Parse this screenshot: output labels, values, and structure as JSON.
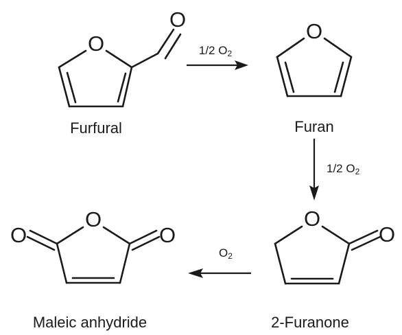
{
  "diagram": {
    "type": "reaction-scheme",
    "colors": {
      "ink": "#1a1a1a",
      "background": "#ffffff"
    },
    "molecules": {
      "furfural": {
        "name": "Furfural",
        "ring_oxygen": "O",
        "aldehyde_oxygen": "O"
      },
      "furan": {
        "name": "Furan",
        "ring_oxygen": "O"
      },
      "furanone": {
        "name": "2-Furanone",
        "ring_oxygen": "O",
        "carbonyl_oxygen": "O"
      },
      "maleic_anhydride": {
        "name": "Maleic anhydride",
        "ring_oxygen": "O",
        "left_carbonyl_oxygen": "O",
        "right_carbonyl_oxygen": "O"
      }
    },
    "steps": [
      {
        "from": "Furfural",
        "to": "Furan",
        "reagent": {
          "coefficient": "1/2 O",
          "subscript": "2"
        }
      },
      {
        "from": "Furan",
        "to": "2-Furanone",
        "reagent": {
          "coefficient": "1/2 O",
          "subscript": "2"
        }
      },
      {
        "from": "2-Furanone",
        "to": "Maleic anhydride",
        "reagent": {
          "coefficient": "O",
          "subscript": "2"
        }
      }
    ]
  }
}
